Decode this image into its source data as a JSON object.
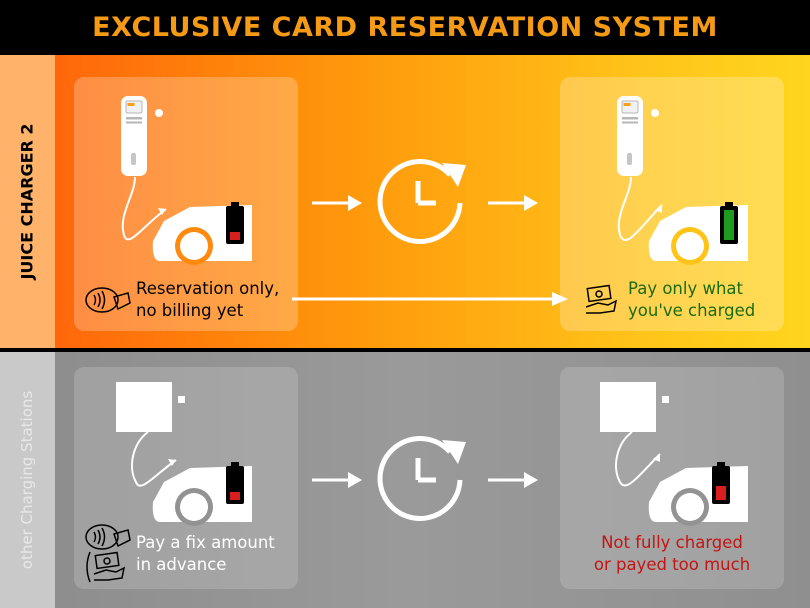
{
  "header": {
    "title": "EXCLUSIVE CARD RESERVATION SYSTEM"
  },
  "juice": {
    "side_label": "JUICE CHARGER 2",
    "left_text": [
      "Reservation only,",
      "no billing yet"
    ],
    "right_text": [
      "Pay only what",
      "you've charged"
    ]
  },
  "others": {
    "side_label": "other Charging Stations",
    "left_text": [
      "Pay a fix amount",
      "in advance"
    ],
    "right_text": [
      "Not fully charged",
      "or payed too much"
    ]
  },
  "colors": {
    "header_text": "#F59A14",
    "battery_low": "#D81E1E",
    "battery_full": "#1E9A1E",
    "green_text": "#1A6B13",
    "red_text": "#C21515"
  },
  "icons": [
    "charger-icon",
    "car-icon",
    "battery-icon",
    "clock-icon",
    "arrow-icon",
    "contactless-card-icon",
    "cash-hand-icon",
    "wallbox-icon"
  ]
}
